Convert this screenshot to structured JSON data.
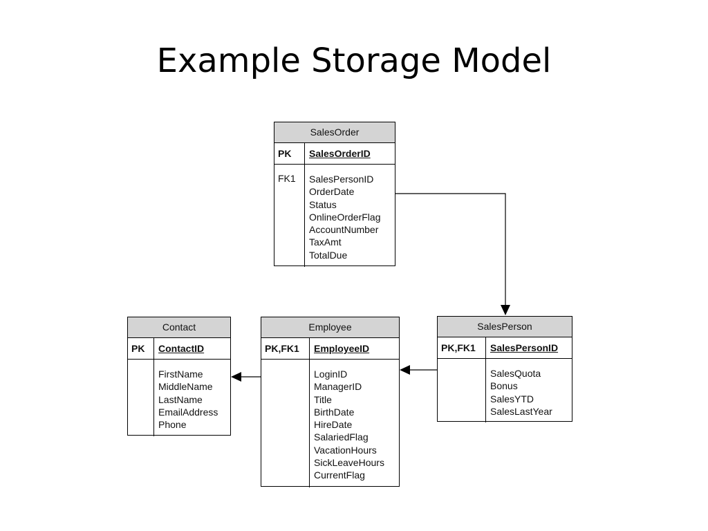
{
  "title": "Example Storage Model",
  "entities": {
    "sales_order": {
      "name": "SalesOrder",
      "pk_label": "PK",
      "pk_field": "SalesOrderID",
      "fk_label": "FK1",
      "attributes": [
        "SalesPersonID",
        "OrderDate",
        "Status",
        "OnlineOrderFlag",
        "AccountNumber",
        "TaxAmt",
        "TotalDue"
      ]
    },
    "contact": {
      "name": "Contact",
      "pk_label": "PK",
      "pk_field": "ContactID",
      "fk_label": "",
      "attributes": [
        "FirstName",
        "MiddleName",
        "LastName",
        "EmailAddress",
        "Phone"
      ]
    },
    "employee": {
      "name": "Employee",
      "pk_label": "PK,FK1",
      "pk_field": "EmployeeID",
      "fk_label": "",
      "attributes": [
        "LoginID",
        "ManagerID",
        "Title",
        "BirthDate",
        "HireDate",
        "SalariedFlag",
        "VacationHours",
        "SickLeaveHours",
        "CurrentFlag"
      ]
    },
    "sales_person": {
      "name": "SalesPerson",
      "pk_label": "PK,FK1",
      "pk_field": "SalesPersonID",
      "fk_label": "",
      "attributes": [
        "SalesQuota",
        "Bonus",
        "SalesYTD",
        "SalesLastYear"
      ]
    }
  },
  "relationships": [
    {
      "from": "SalesOrder",
      "to": "SalesPerson"
    },
    {
      "from": "SalesPerson",
      "to": "Employee"
    },
    {
      "from": "Employee",
      "to": "Contact"
    }
  ]
}
